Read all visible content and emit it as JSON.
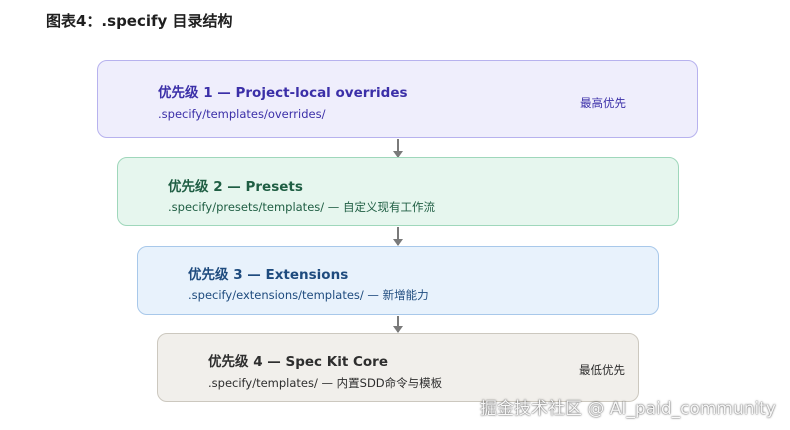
{
  "figure": {
    "title": "图表4：.specify 目录结构"
  },
  "levels": [
    {
      "title": "优先级 1 — Project-local overrides",
      "path": ".specify/templates/overrides/",
      "tag": "最高优先",
      "bg_color": "#efeefc",
      "text_color": "#3b2fa8"
    },
    {
      "title": "优先级 2 — Presets",
      "path": ".specify/presets/templates/ — 自定义现有工作流",
      "bg_color": "#e6f6ee",
      "text_color": "#1f5e43"
    },
    {
      "title": "优先级 3 — Extensions",
      "path": ".specify/extensions/templates/ — 新增能力",
      "bg_color": "#e8f2fc",
      "text_color": "#1e4b7e"
    },
    {
      "title": "优先级 4 — Spec Kit Core",
      "path": ".specify/templates/ — 内置SDD命令与模板",
      "tag": "最低优先",
      "bg_color": "#f1efeb",
      "text_color": "#2e2e2e"
    }
  ],
  "watermark": "掘金技术社区 @ AI_paid_community"
}
